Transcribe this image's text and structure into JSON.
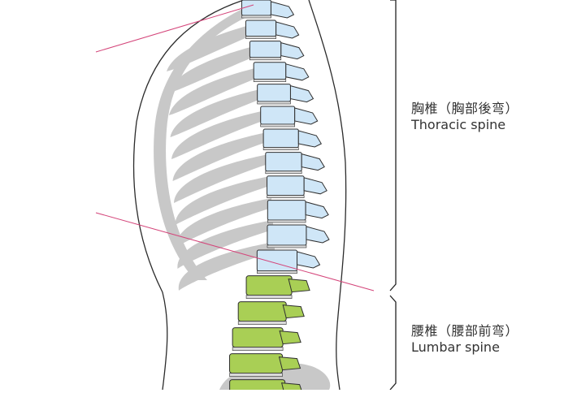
{
  "labels": {
    "thoracic": {
      "jp": "胸椎（胸部後弯）",
      "en": "Thoracic spine"
    },
    "lumbar": {
      "jp": "腰椎（腰部前弯）",
      "en": "Lumbar spine"
    }
  },
  "colors": {
    "body_outline": "#2b2b2b",
    "rib_gray": "#c8c8c8",
    "thoracic_vertebra": "#cfe6f7",
    "lumbar_vertebra": "#a9cf55",
    "vertebra_outline": "#2f2f2f",
    "disc": "#d9d9d9",
    "pink_line": "#d4457a",
    "bracket": "#222222"
  },
  "vertebrae": {
    "thoracic_count": 12,
    "lumbar_count": 5
  }
}
